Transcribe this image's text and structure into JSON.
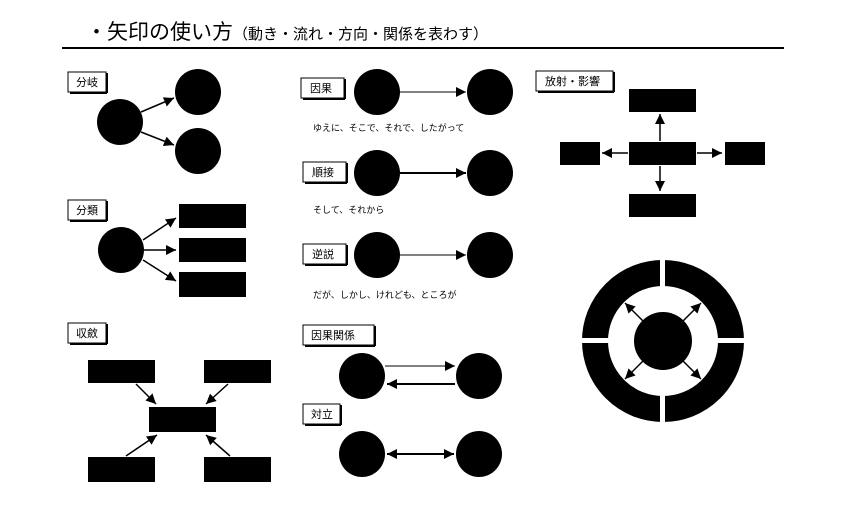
{
  "title": {
    "main": "・矢印の使い方",
    "sub": "（動き・流れ・方向・関係を表わす）"
  },
  "labels": {
    "branch": "分岐",
    "classify": "分類",
    "converge": "収斂",
    "cause": "因果",
    "sequence": "順接",
    "adversative": "逆説",
    "causal_relation": "因果関係",
    "opposition": "対立",
    "radiation": "放射・影響"
  },
  "captions": {
    "cause": "ゆえに、そこで、それで、したがって",
    "sequence": "そして、それから",
    "adversative": "だが、しかし、けれども、ところが"
  },
  "colors": {
    "ink": "#000000",
    "background": "#ffffff"
  }
}
